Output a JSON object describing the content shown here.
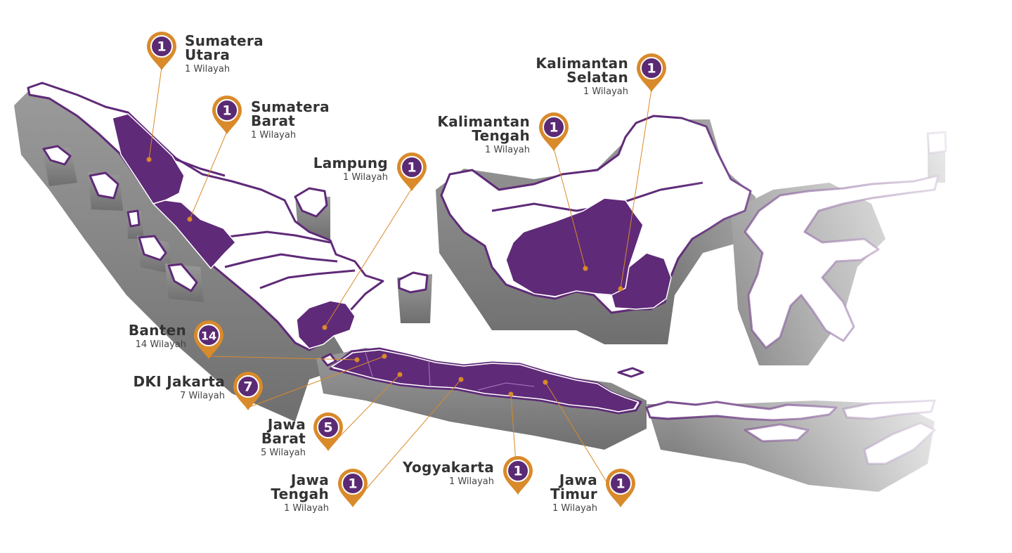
{
  "colors": {
    "marker_orange": "#d98a2a",
    "marker_inner": "#5b2a74",
    "region_fill": "#5f2a78",
    "outline": "#5f2a78",
    "shadow": "#8a8a8a"
  },
  "markers": [
    {
      "id": "sumatera-utara",
      "name_lines": [
        "Sumatera",
        "Utara"
      ],
      "count": "1",
      "sub": "1 Wilayah"
    },
    {
      "id": "sumatera-barat",
      "name_lines": [
        "Sumatera",
        "Barat"
      ],
      "count": "1",
      "sub": "1 Wilayah"
    },
    {
      "id": "lampung",
      "name_lines": [
        "Lampung"
      ],
      "count": "1",
      "sub": "1 Wilayah"
    },
    {
      "id": "kalimantan-tengah",
      "name_lines": [
        "Kalimantan",
        "Tengah"
      ],
      "count": "1",
      "sub": "1 Wilayah"
    },
    {
      "id": "kalimantan-selatan",
      "name_lines": [
        "Kalimantan",
        "Selatan"
      ],
      "count": "1",
      "sub": "1 Wilayah"
    },
    {
      "id": "banten",
      "name_lines": [
        "Banten"
      ],
      "count": "14",
      "sub": "14 Wilayah"
    },
    {
      "id": "dki-jakarta",
      "name_lines": [
        "DKI Jakarta"
      ],
      "count": "7",
      "sub": "7 Wilayah"
    },
    {
      "id": "jawa-barat",
      "name_lines": [
        "Jawa",
        "Barat"
      ],
      "count": "5",
      "sub": "5 Wilayah"
    },
    {
      "id": "jawa-tengah",
      "name_lines": [
        "Jawa",
        "Tengah"
      ],
      "count": "1",
      "sub": "1 Wilayah"
    },
    {
      "id": "yogyakarta",
      "name_lines": [
        "Yogyakarta"
      ],
      "count": "1",
      "sub": "1 Wilayah"
    },
    {
      "id": "jawa-timur",
      "name_lines": [
        "Jawa",
        "Timur"
      ],
      "count": "1",
      "sub": "1 Wilayah"
    }
  ]
}
